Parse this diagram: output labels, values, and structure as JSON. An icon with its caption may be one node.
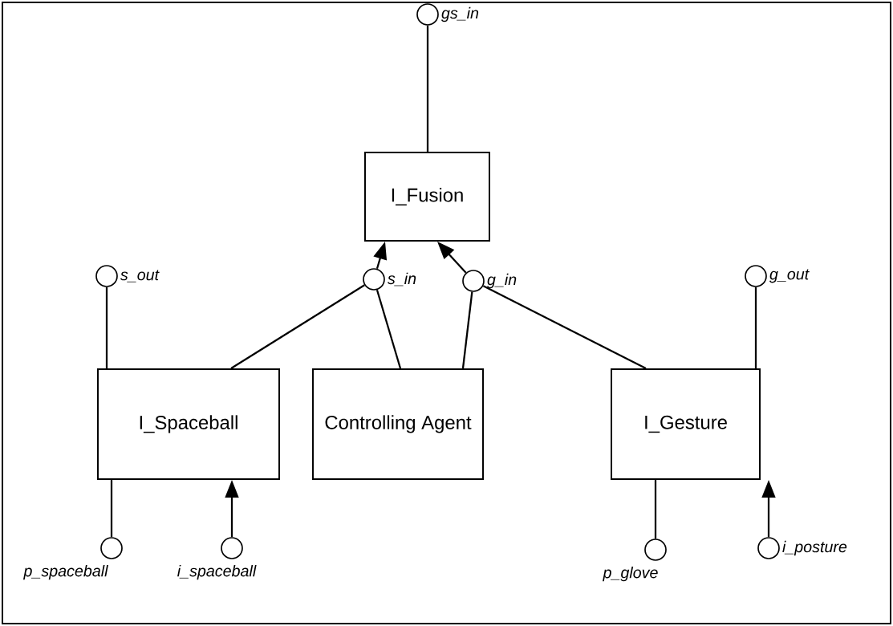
{
  "diagram": {
    "nodes": [
      {
        "text": [
          "gs_in"
        ]
      },
      {
        "text": [
          "I_Fusion"
        ]
      },
      {
        "text": [
          "s_out"
        ]
      },
      {
        "text": [
          "s_in"
        ]
      },
      {
        "text": [
          "g_in"
        ]
      },
      {
        "text": [
          "g_out"
        ]
      },
      {
        "text": [
          "I_Spaceball"
        ]
      },
      {
        "text": [
          "Controlling Agent"
        ]
      },
      {
        "text": [
          "I_Gesture"
        ]
      },
      {
        "text": [
          "p_spaceball"
        ]
      },
      {
        "text": [
          "i_spaceball"
        ]
      },
      {
        "text": [
          "p_glove"
        ]
      },
      {
        "text": [
          "i_posture"
        ]
      }
    ],
    "edges": [
      {
        "from": 0,
        "to": 1,
        "arrow": "none"
      },
      {
        "from": 3,
        "to": 1,
        "arrow": "to"
      },
      {
        "from": 4,
        "to": 1,
        "arrow": "to"
      },
      {
        "from": 2,
        "to": 6,
        "arrow": "none"
      },
      {
        "from": 3,
        "to": 6,
        "arrow": "none"
      },
      {
        "from": 3,
        "to": 7,
        "arrow": "none"
      },
      {
        "from": 4,
        "to": 7,
        "arrow": "none"
      },
      {
        "from": 4,
        "to": 8,
        "arrow": "none"
      },
      {
        "from": 5,
        "to": 8,
        "arrow": "none"
      },
      {
        "from": 6,
        "to": 9,
        "arrow": "none"
      },
      {
        "from": 10,
        "to": 6,
        "arrow": "to"
      },
      {
        "from": 8,
        "to": 11,
        "arrow": "none"
      },
      {
        "from": 12,
        "to": 8,
        "arrow": "to"
      }
    ]
  }
}
